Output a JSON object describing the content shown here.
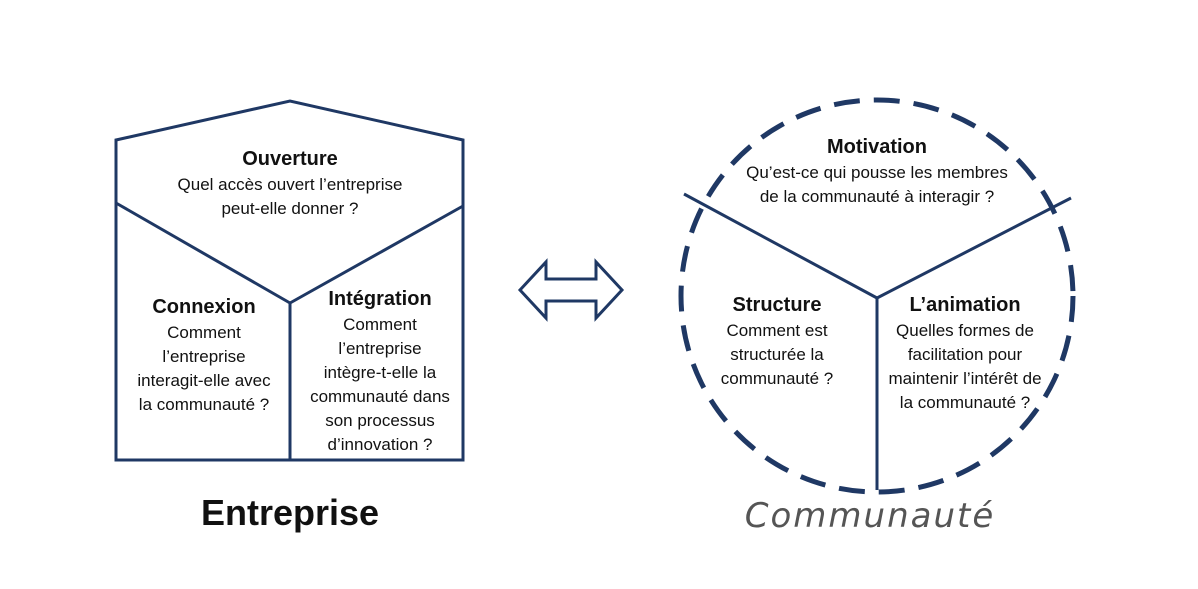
{
  "colors": {
    "frame": "#1f3864",
    "text": "#111111",
    "community_label": "#555555"
  },
  "icons": [
    "double-arrow-icon"
  ],
  "entreprise": {
    "label": "Entreprise",
    "ouverture": {
      "title": "Ouverture",
      "lines": [
        "Quel accès ouvert l’entreprise",
        "peut-elle donner ?"
      ]
    },
    "connexion": {
      "title": "Connexion",
      "lines": [
        "Comment",
        "l’entreprise",
        "interagit-elle avec",
        "la communauté ?"
      ]
    },
    "integration": {
      "title": "Intégration",
      "lines": [
        "Comment",
        "l’entreprise",
        "intègre-t-elle la",
        "communauté dans",
        "son processus",
        "d’innovation ?"
      ]
    }
  },
  "communaute": {
    "label": "Communauté",
    "motivation": {
      "title": "Motivation",
      "lines": [
        "Qu’est-ce qui pousse les membres",
        "de la communauté à interagir ?"
      ]
    },
    "structure": {
      "title": "Structure",
      "lines": [
        "Comment est",
        "structurée la",
        "communauté ?"
      ]
    },
    "animation": {
      "title": "L’animation",
      "lines": [
        "Quelles formes de",
        "facilitation pour",
        "maintenir l’intérêt de",
        "la communauté ?"
      ]
    }
  }
}
